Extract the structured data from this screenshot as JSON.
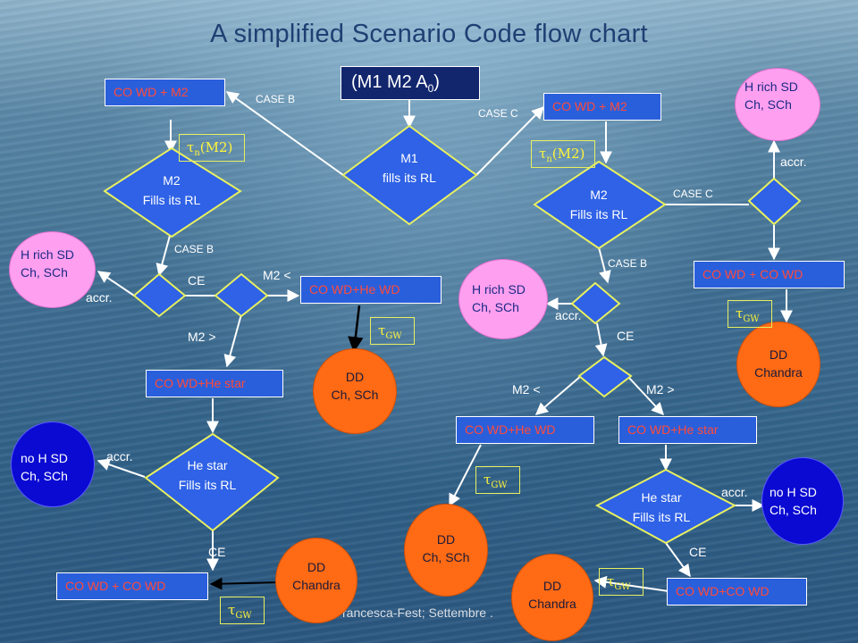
{
  "title": "A simplified Scenario Code flow chart",
  "footer": "rancesca-Fest; Settembre .",
  "start": {
    "prefix": "(M1  M2  A",
    "sub": "0",
    "suffix": ")"
  },
  "top_decision": {
    "line1": "M1",
    "line2": "fills its RL"
  },
  "boxes": {
    "co_wd_m2_left": "CO WD + M2",
    "co_wd_m2_right": "CO WD + M2",
    "co_wd_he_wd_left": "CO WD+He WD",
    "co_wd_he_star_left": "CO WD+He star",
    "co_wd_co_wd_left": "CO WD + CO WD",
    "co_wd_co_wd_right_top": "CO WD + CO WD",
    "co_wd_he_wd_right": "CO WD+He WD",
    "co_wd_he_star_right": "CO WD+He star",
    "co_wd_co_wd_right_bottom": "CO WD+CO WD"
  },
  "diamonds": {
    "m2_fills_left": {
      "line1": "M2",
      "line2": "Fills its RL"
    },
    "m2_fills_right": {
      "line1": "M2",
      "line2": "Fills its RL"
    },
    "he_star_left": {
      "line1": "He star",
      "line2": "Fills its RL"
    },
    "he_star_right": {
      "line1": "He star",
      "line2": "Fills its RL"
    }
  },
  "circles": {
    "pink_top_right": {
      "line1": "H rich SD",
      "line2": "Ch, SCh"
    },
    "pink_left": {
      "line1": "H rich SD",
      "line2": "Ch, SCh"
    },
    "pink_mid": {
      "line1": "H rich SD",
      "line2": "Ch, SCh"
    },
    "blue_left": {
      "line1": "no H SD",
      "line2": "Ch, SCh"
    },
    "blue_right": {
      "line1": "no H SD",
      "line2": "Ch, SCh"
    },
    "dd_chandra_right": {
      "line1": "DD",
      "line2": "Chandra"
    },
    "dd_ch_sch_left": {
      "line1": "DD",
      "line2": "Ch, SCh"
    },
    "dd_ch_sch_right": {
      "line1": "DD",
      "line2": "Ch, SCh"
    },
    "dd_chandra_left": {
      "line1": "DD",
      "line2": "Chandra"
    },
    "dd_chandra_bottom": {
      "line1": "DD",
      "line2": "Chandra"
    }
  },
  "tau_n": {
    "symbol": "τ",
    "sub": "n",
    "arg": "(M2)"
  },
  "tau_gw": {
    "symbol": "τ",
    "sub": "GW"
  },
  "labels": {
    "case_b": "CASE B",
    "case_c": "CASE C",
    "accr": "accr.",
    "ce": "CE",
    "m2_less": "M2 <",
    "m2_greater": "M2 >"
  }
}
